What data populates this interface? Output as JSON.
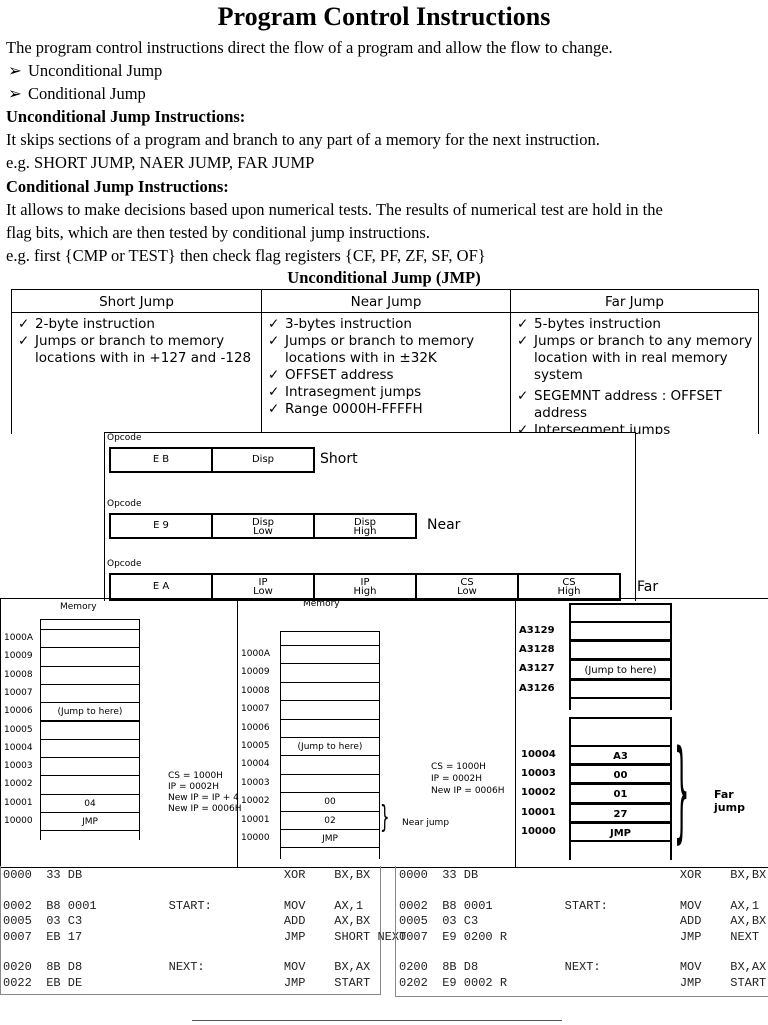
{
  "title": "Program Control Instructions",
  "intro": "The program control instructions direct the flow of a program and allow the flow to change.",
  "bullets": [
    "Unconditional Jump",
    "Conditional Jump"
  ],
  "uncond_heading": "Unconditional Jump Instructions:",
  "uncond_text": "It skips sections of a program and branch to any part of a memory for the next instruction.",
  "uncond_eg": "e.g. SHORT JUMP, NAER JUMP, FAR JUMP",
  "cond_heading": "Conditional Jump Instructions:",
  "cond_text1": "It allows to make decisions based upon numerical tests. The results of numerical test are hold in the",
  "cond_text2": "flag bits, which are then tested by conditional jump instructions.",
  "cond_eg": "e.g. first {CMP or TEST} then check flag registers {CF, PF, ZF, SF, OF}",
  "table_caption": "Unconditional Jump (JMP)",
  "table": {
    "headers": [
      "Short Jump",
      "Near Jump",
      "Far Jump"
    ],
    "short": [
      "2-byte instruction",
      "Jumps or branch to memory locations with in +127 and -128"
    ],
    "near": [
      "3-bytes instruction",
      "Jumps or branch to memory locations with in ±32K",
      "OFFSET address",
      "Intrasegment jumps",
      "Range 0000H-FFFFH"
    ],
    "far": [
      "5-bytes instruction",
      "Jumps or branch to any memory location with in real memory system",
      "SEGEMNT address : OFFSET address",
      "Intersegment jumps"
    ]
  },
  "opcode": {
    "label": "Opcode",
    "short": {
      "cells": [
        "E B",
        "Disp"
      ],
      "name": "Short"
    },
    "near": {
      "cells": [
        "E 9",
        "Disp Low",
        "Disp High"
      ],
      "name": "Near"
    },
    "far": {
      "cells": [
        "E A",
        "IP Low",
        "IP High",
        "CS Low",
        "CS High"
      ],
      "name": "Far"
    }
  },
  "mem1": {
    "title": "Memory",
    "addrs": [
      "1000A",
      "10009",
      "10008",
      "10007",
      "10006",
      "10005",
      "10004",
      "10003",
      "10002",
      "10001",
      "10000"
    ],
    "cells": [
      "",
      "",
      "",
      "",
      "(Jump to here)",
      "",
      "",
      "",
      "",
      "04",
      "JMP"
    ],
    "notes": [
      "CS = 1000H",
      "IP = 0002H",
      "New IP = IP + 4",
      "New IP = 0006H"
    ]
  },
  "mem2": {
    "title": "Memory",
    "addrs": [
      "1000A",
      "10009",
      "10008",
      "10007",
      "10006",
      "10005",
      "10004",
      "10003",
      "10002",
      "10001",
      "10000"
    ],
    "cells": [
      "",
      "",
      "",
      "",
      "",
      "(Jump to here)",
      "",
      "",
      "00",
      "02",
      "JMP"
    ],
    "notes": [
      "CS = 1000H",
      "IP = 0002H",
      "New IP = 0006H"
    ],
    "brace_label": "Near jump"
  },
  "mem3": {
    "top_addrs": [
      "A3129",
      "A3128",
      "A3127",
      "A3126"
    ],
    "top_cells": [
      "",
      "",
      "(Jump to here)",
      ""
    ],
    "bottom_addrs": [
      "10004",
      "10003",
      "10002",
      "10001",
      "10000"
    ],
    "bottom_cells": [
      "A3",
      "00",
      "01",
      "27",
      "JMP"
    ],
    "brace_label": "Far jump"
  },
  "code_left": [
    "0000  33 DB                            XOR    BX,BX",
    "",
    "0002  B8 0001          START:          MOV    AX,1",
    "0005  03 C3                            ADD    AX,BX",
    "0007  EB 17                            JMP    SHORT NEXT",
    "",
    "0020  8B D8            NEXT:           MOV    BX,AX",
    "0022  EB DE                            JMP    START"
  ],
  "code_right": [
    "0000  33 DB                            XOR    BX,BX",
    "",
    "0002  B8 0001          START:          MOV    AX,1",
    "0005  03 C3                            ADD    AX,BX",
    "0007  E9 0200 R                        JMP    NEXT",
    "",
    "0200  8B D8            NEXT:           MOV    BX,AX",
    "0202  E9 0002 R                        JMP    START"
  ]
}
